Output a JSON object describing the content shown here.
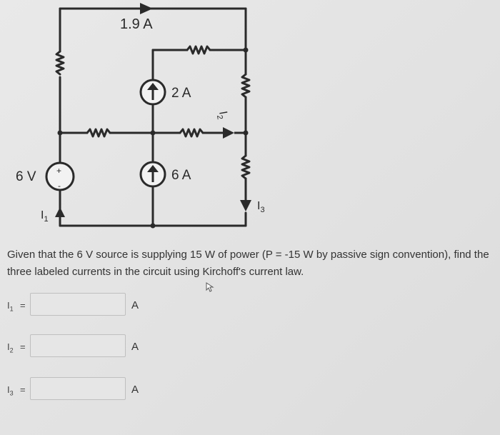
{
  "circuit": {
    "top_current": "1.9 A",
    "source_2a": "2 A",
    "source_6a": "6 A",
    "voltage_source": "6 V",
    "plus_sign": "+",
    "minus_sign": "-",
    "label_i1": "I",
    "label_i1_sub": "1",
    "label_i2": "I",
    "label_i2_sub": "2",
    "label_i3": "I",
    "label_i3_sub": "3"
  },
  "problem": {
    "text": "Given that the 6 V source is supplying 15 W of power (P = -15 W by passive sign convention), find the three labeled currents in the circuit using Kirchoff's current law."
  },
  "answers": [
    {
      "label": "I",
      "sub": "1",
      "eq": "=",
      "value": "",
      "unit": "A"
    },
    {
      "label": "I",
      "sub": "2",
      "eq": "=",
      "value": "",
      "unit": "A"
    },
    {
      "label": "I",
      "sub": "3",
      "eq": "=",
      "value": "",
      "unit": "A"
    }
  ]
}
